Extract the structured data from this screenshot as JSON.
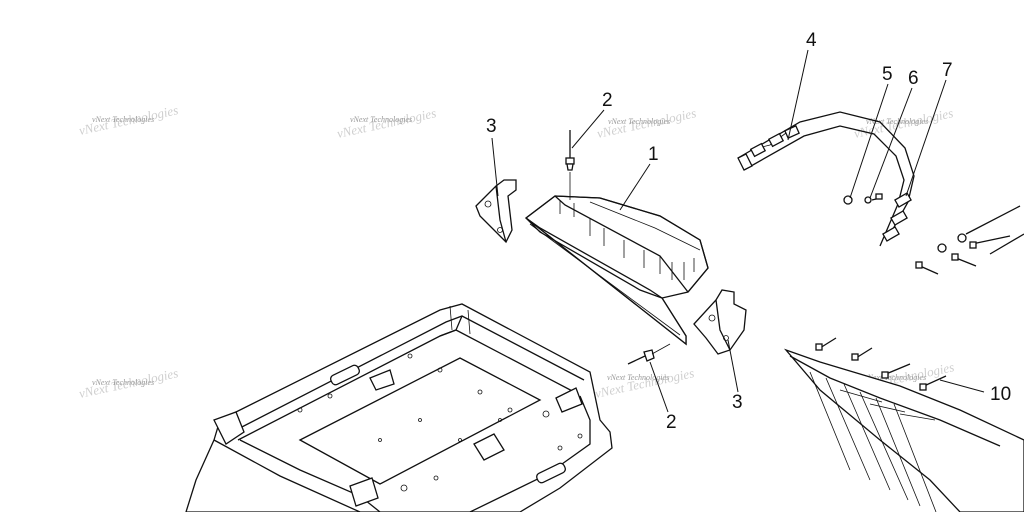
{
  "callouts": [
    {
      "label": "1"
    },
    {
      "label": "2"
    },
    {
      "label": "2"
    },
    {
      "label": "3"
    },
    {
      "label": "3"
    },
    {
      "label": "4"
    },
    {
      "label": "5"
    },
    {
      "label": "6"
    },
    {
      "label": "7"
    },
    {
      "label": "10"
    }
  ],
  "watermark": {
    "text": "vNext Technologies"
  }
}
